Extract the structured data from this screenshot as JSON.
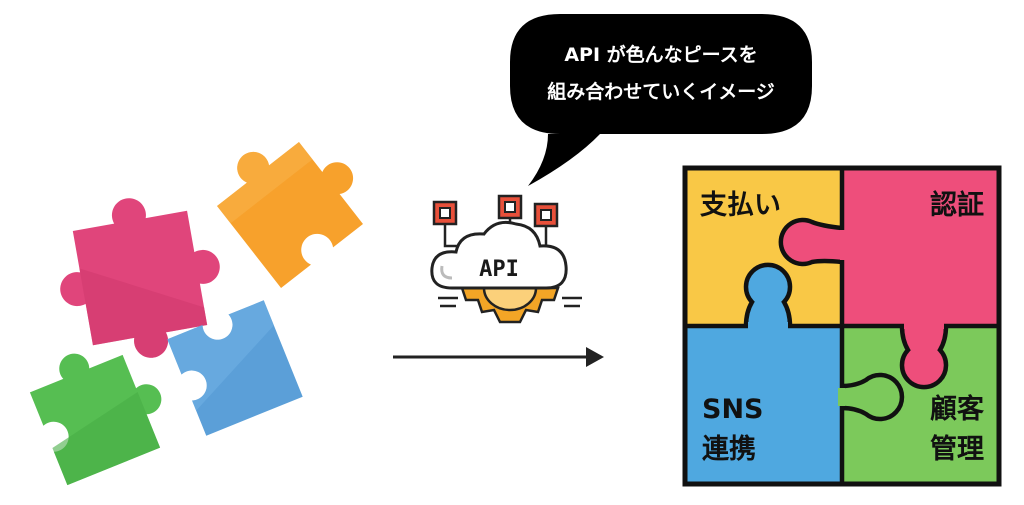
{
  "speech_bubble": {
    "line1": "API が色んなピースを",
    "line2": "組み合わせていくイメージ"
  },
  "api_icon": {
    "label": "API"
  },
  "assembled_puzzle": {
    "pieces": [
      {
        "label": "支払い",
        "color": "#F9C846"
      },
      {
        "label": "認証",
        "color": "#EE4E7B"
      },
      {
        "label": "SNS",
        "label2": "連携",
        "color": "#4FA8E0"
      },
      {
        "label": "顧客",
        "label2": "管理",
        "color": "#7CC95B"
      }
    ]
  },
  "scattered_pieces": {
    "colors": {
      "pink": "#E0457B",
      "orange": "#F7A12C",
      "green": "#56BE52",
      "blue": "#5B9FD8"
    }
  },
  "colors": {
    "bubble": "#000000",
    "cloud": "#FFFFFF",
    "gear": "#F3A526",
    "chip": "#E8503A",
    "outline": "#222222"
  }
}
